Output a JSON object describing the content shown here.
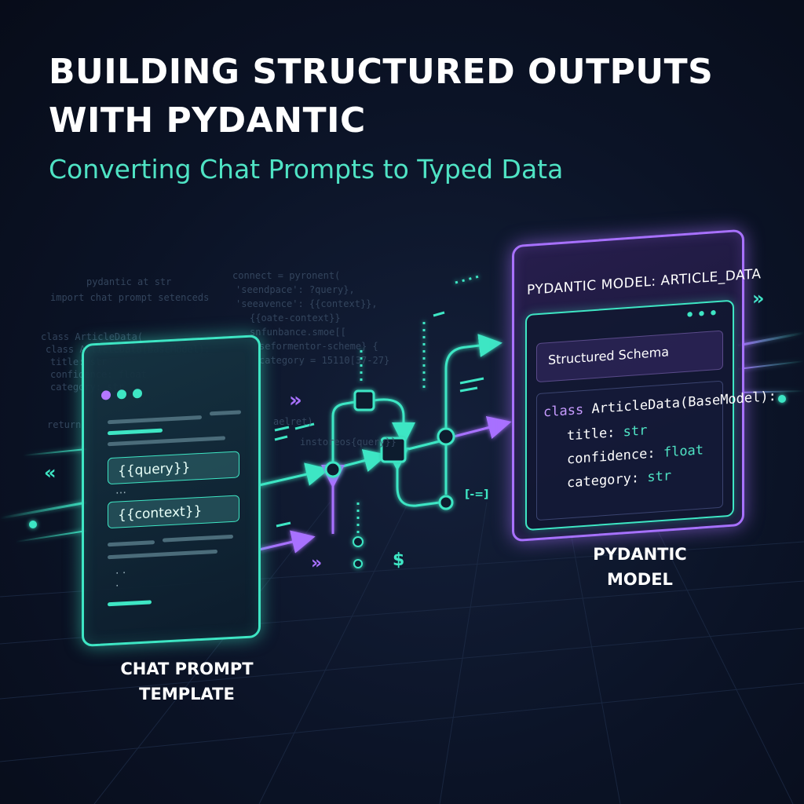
{
  "header": {
    "title_line1": "BUILDING STRUCTURED OUTPUTS",
    "title_line2": "WITH PYDANTIC",
    "subtitle": "Converting Chat Prompts to Typed Data"
  },
  "left_card": {
    "placeholder_query": "{{query}}",
    "placeholder_context": "{{context}}",
    "caption_line1": "CHAT PROMPT",
    "caption_line2": "TEMPLATE"
  },
  "right_card": {
    "header": "PYDANTIC MODEL: ARTICLE_DATA",
    "schema_label": "Structured Schema",
    "class_keyword": "class",
    "class_name": "ArticleData(BaseModel):",
    "fields": [
      {
        "name": "title:",
        "type": "str"
      },
      {
        "name": "confidence:",
        "type": "float"
      },
      {
        "name": "category:",
        "type": "str"
      }
    ],
    "caption_line1": "PYDANTIC",
    "caption_line2": "MODEL"
  },
  "flow_symbols": {
    "dollar": "$",
    "chevrons_left": "«",
    "chevrons_right": "»",
    "bracket_icon": "[-=]"
  },
  "background_code": [
    "pydantic at str",
    "import chat prompt setenceds",
    "class ArticleData(",
    "class ArticleData(BaseModel):",
    "title: str",
    "confidence: float",
    "category: str",
    "return",
    "connect = pyronent(",
    "'seendpace': ?query},",
    "'seeavence': {{context}},",
    "{{oate-context}}",
    "snfunbance.smoe[[",
    "seformentor-scheme} {",
    "category = 15110[37-27}",
    "aelret)",
    "instoreos{query}}"
  ],
  "colors": {
    "teal": "#3ee6c4",
    "purple": "#a871ff",
    "background": "#0b1326"
  }
}
